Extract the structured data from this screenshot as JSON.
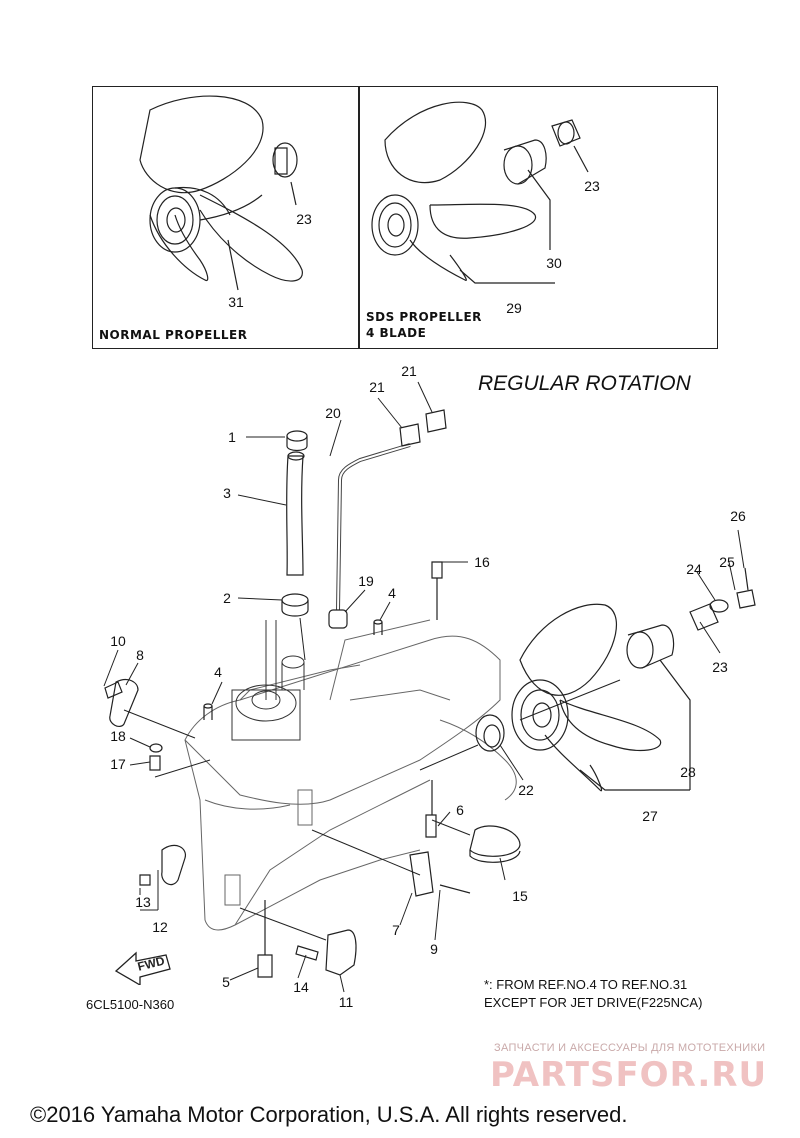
{
  "insets": {
    "normal_label": "NORMAL PROPELLER",
    "sds_label": "SDS PROPELLER\n4 BLADE"
  },
  "title": "REGULAR ROTATION",
  "fwd_label": "FWD",
  "part_code": "6CL5100-N360",
  "note": "*: FROM REF.NO.4 TO REF.NO.31\n    EXCEPT FOR JET DRIVE(F225NCA)",
  "watermark": {
    "line1": "ЗАПЧАСТИ И АКСЕССУАРЫ ДЛЯ МОТОТЕХНИКИ",
    "line2": "PARTSFOR.RU"
  },
  "copyright": "©2016 Yamaha Motor Corporation, U.S.A. All rights reserved.",
  "callouts": {
    "n1": "1",
    "n2": "2",
    "n3": "3",
    "n4a": "4",
    "n4b": "4",
    "n5": "5",
    "n6": "6",
    "n7": "7",
    "n8": "8",
    "n9": "9",
    "n10": "10",
    "n11": "11",
    "n12": "12",
    "n13": "13",
    "n14": "14",
    "n15": "15",
    "n16": "16",
    "n17": "17",
    "n18": "18",
    "n19": "19",
    "n20": "20",
    "n21a": "21",
    "n21b": "21",
    "n22": "22",
    "n23a": "23",
    "n23b": "23",
    "n23c": "23",
    "n24": "24",
    "n25": "25",
    "n26": "26",
    "n27": "27",
    "n28": "28",
    "n29": "29",
    "n30": "30",
    "n31": "31"
  }
}
